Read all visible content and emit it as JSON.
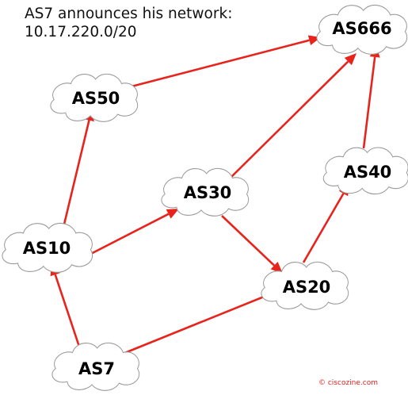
{
  "caption": {
    "line1": "AS7 announces his network:",
    "line2": "10.17.220.0/20"
  },
  "credit": "© ciscozine.com",
  "colors": {
    "arrow": "#e8231b",
    "cloud_stroke": "#9a9a9a",
    "cloud_fill": "#ffffff"
  },
  "nodes": {
    "as666": {
      "label": "AS666"
    },
    "as50": {
      "label": "AS50"
    },
    "as30": {
      "label": "AS30"
    },
    "as40": {
      "label": "AS40"
    },
    "as10": {
      "label": "AS10"
    },
    "as20": {
      "label": "AS20"
    },
    "as7": {
      "label": "AS7"
    }
  },
  "edges": [
    {
      "from": "AS7",
      "to": "AS10"
    },
    {
      "from": "AS7",
      "to": "AS20"
    },
    {
      "from": "AS10",
      "to": "AS50"
    },
    {
      "from": "AS10",
      "to": "AS30"
    },
    {
      "from": "AS50",
      "to": "AS666"
    },
    {
      "from": "AS30",
      "to": "AS666"
    },
    {
      "from": "AS30",
      "to": "AS20"
    },
    {
      "from": "AS20",
      "to": "AS40"
    },
    {
      "from": "AS40",
      "to": "AS666"
    }
  ]
}
